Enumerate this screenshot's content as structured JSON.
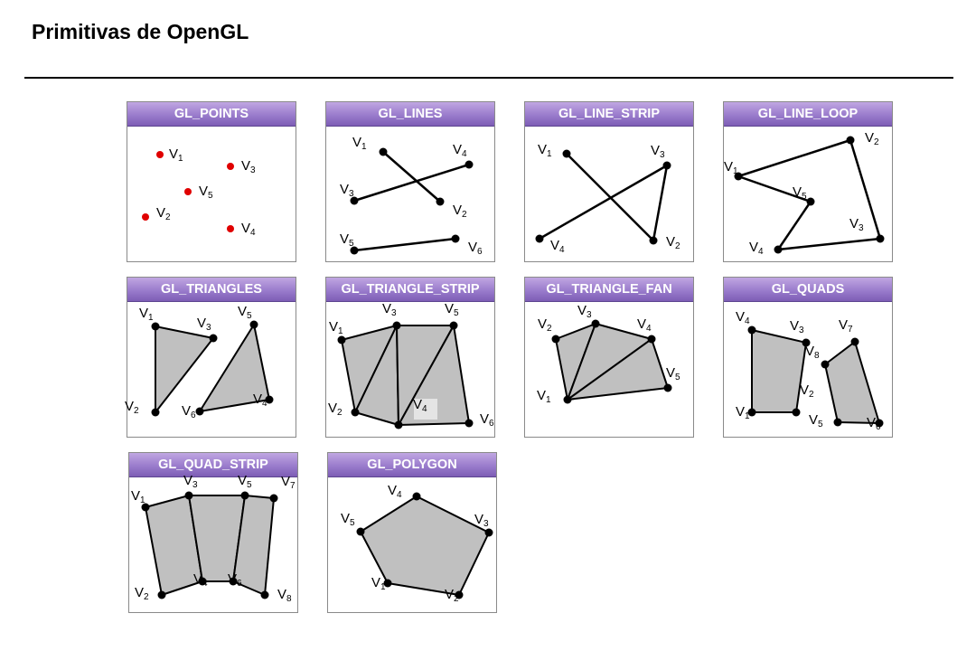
{
  "title": "Primitivas de OpenGL",
  "colors": {
    "header_gradient": [
      "#c0a6e2",
      "#7d5db5"
    ],
    "header_text": "#ffffff",
    "fill": "#c0c0c0",
    "stroke": "#000000",
    "point": "#e00000"
  },
  "panels": [
    {
      "label": "GL_POINTS",
      "vertices": [
        "V1",
        "V2",
        "V3",
        "V4",
        "V5"
      ]
    },
    {
      "label": "GL_LINES",
      "vertices": [
        "V1",
        "V2",
        "V3",
        "V4",
        "V5",
        "V6"
      ]
    },
    {
      "label": "GL_LINE_STRIP",
      "vertices": [
        "V1",
        "V2",
        "V3",
        "V4"
      ]
    },
    {
      "label": "GL_LINE_LOOP",
      "vertices": [
        "V1",
        "V2",
        "V3",
        "V4",
        "V5"
      ]
    },
    {
      "label": "GL_TRIANGLES",
      "vertices": [
        "V1",
        "V2",
        "V3",
        "V4",
        "V5",
        "V6"
      ]
    },
    {
      "label": "GL_TRIANGLE_STRIP",
      "vertices": [
        "V1",
        "V2",
        "V3",
        "V4",
        "V5",
        "V6"
      ]
    },
    {
      "label": "GL_TRIANGLE_FAN",
      "vertices": [
        "V1",
        "V2",
        "V3",
        "V4",
        "V5"
      ]
    },
    {
      "label": "GL_QUADS",
      "vertices": [
        "V1",
        "V2",
        "V3",
        "V4",
        "V5",
        "V6",
        "V7",
        "V8"
      ]
    },
    {
      "label": "GL_QUAD_STRIP",
      "vertices": [
        "V1",
        "V2",
        "V3",
        "V4",
        "V5",
        "V6",
        "V7",
        "V8"
      ]
    },
    {
      "label": "GL_POLYGON",
      "vertices": [
        "V1",
        "V2",
        "V3",
        "V4",
        "V5"
      ]
    }
  ]
}
